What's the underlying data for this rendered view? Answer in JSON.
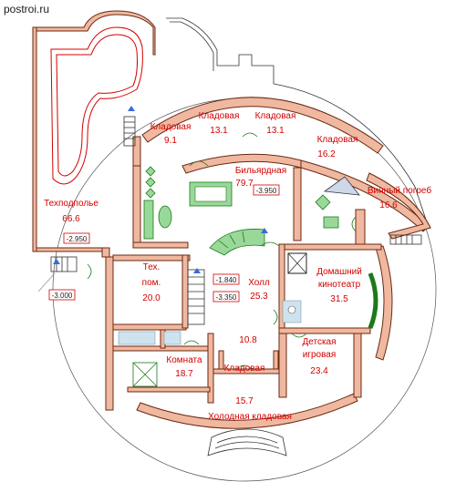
{
  "watermark": "postroi.ru",
  "rooms": [
    {
      "name": "Техподполье",
      "area": "66.6"
    },
    {
      "name": "Кладовая",
      "area": "9.1"
    },
    {
      "name": "Кладовая",
      "area": "13.1"
    },
    {
      "name": "Кладовая",
      "area": "13.1"
    },
    {
      "name": "Кладовая",
      "area": "16.2"
    },
    {
      "name": "Бильярдная",
      "area": "79.7"
    },
    {
      "name": "Винный погреб",
      "area": "16.6"
    },
    {
      "name": "Тех.",
      "area": "пом."
    },
    {
      "name": "",
      "area": "20.0"
    },
    {
      "name": "Холл",
      "area": "25.3"
    },
    {
      "name": "Домашний",
      "area": "кинотеатр"
    },
    {
      "name": "",
      "area": "31.5"
    },
    {
      "name": "",
      "area": "10.8"
    },
    {
      "name": "Детская",
      "area": "игровая"
    },
    {
      "name": "",
      "area": "23.4"
    },
    {
      "name": "Комната",
      "area": "18.7"
    },
    {
      "name": "Кладовая",
      "area": "15.7"
    },
    {
      "name": "Холодная кладовая",
      "area": ""
    }
  ],
  "levels": [
    "-2.950",
    "-3.000",
    "-3.950",
    "-1.840",
    "-3.350"
  ],
  "colors": {
    "wall": "#f0b8a0",
    "label": "#d40000",
    "door": "#1a7a1a",
    "stair": "#3a6ad8"
  }
}
